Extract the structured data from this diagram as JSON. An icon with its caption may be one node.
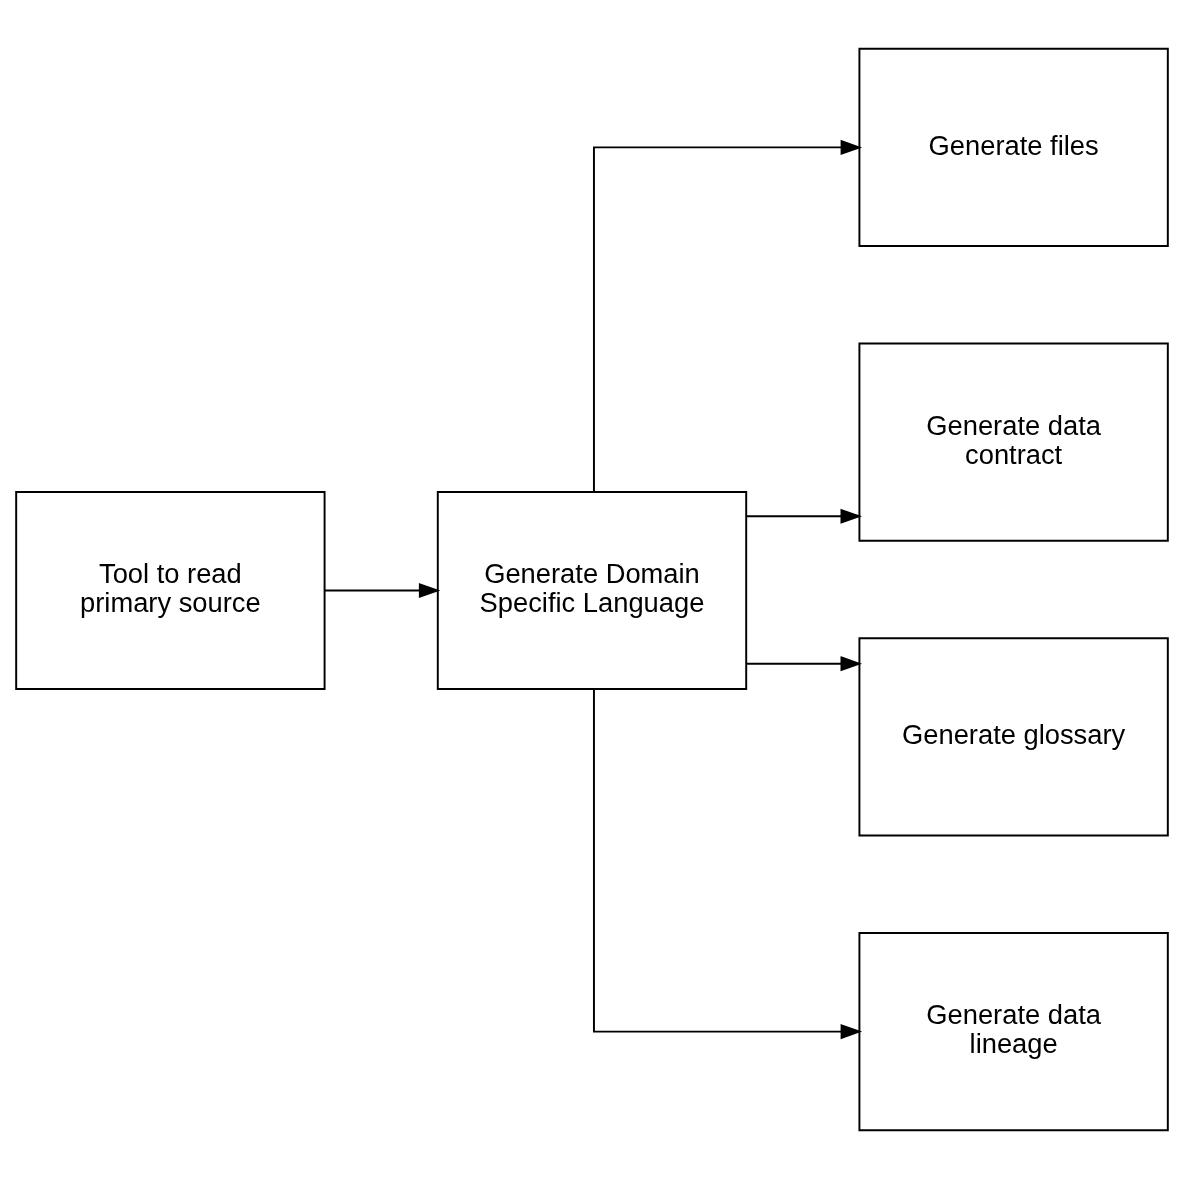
{
  "diagram": {
    "nodes": [
      {
        "text": [
          "Tool to read primary source"
        ]
      },
      {
        "text": [
          "Generate Domain Specific Language"
        ]
      },
      {
        "text": [
          "Generate files"
        ]
      },
      {
        "text": [
          "Generate data contract"
        ]
      },
      {
        "text": [
          "Generate glossary"
        ]
      },
      {
        "text": [
          "Generate data lineage"
        ]
      }
    ],
    "edges": [
      {
        "from": 0,
        "to": 1,
        "arrow": "to"
      },
      {
        "from": 1,
        "to": 2,
        "arrow": "to"
      },
      {
        "from": 1,
        "to": 3,
        "arrow": "to"
      },
      {
        "from": 1,
        "to": 4,
        "arrow": "to"
      },
      {
        "from": 1,
        "to": 5,
        "arrow": "to"
      }
    ]
  }
}
